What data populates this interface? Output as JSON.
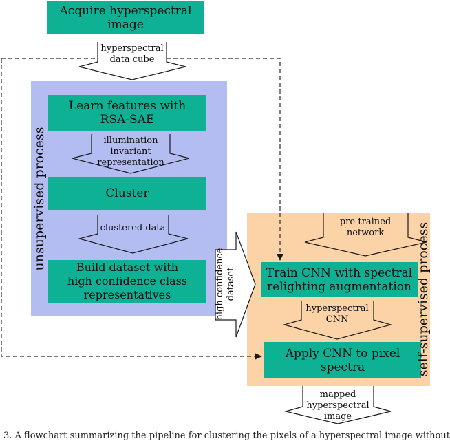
{
  "colors": {
    "box_green": "#0fb194",
    "region_blue": "#b4bdf2",
    "region_orange": "#fbd3a6",
    "outline": "#1a1a1a",
    "dash": "#4a4a4a",
    "arrow_fill_white": "#ffffff"
  },
  "regions": {
    "unsupervised": {
      "label": "unsupervised process"
    },
    "self_supervised": {
      "label": "self-supervised process"
    }
  },
  "nodes": {
    "acquire": {
      "label": "Acquire hyperspectral image"
    },
    "learn": {
      "label": "Learn features with\nRSA-SAE"
    },
    "cluster": {
      "label": "Cluster"
    },
    "build": {
      "label": "Build dataset with\nhigh confidence class\nrepresentatives"
    },
    "train": {
      "label": "Train CNN with spectral\nrelighting augmentation"
    },
    "apply": {
      "label": "Apply CNN to pixel spectra"
    }
  },
  "arrow_labels": {
    "data_cube": "hyperspectral\ndata cube",
    "illumination": "illumination\ninvariant\nrepresentation",
    "clustered": "clustered data",
    "pretrained": "pre-trained\nnetwork",
    "hyperspectral_cnn": "hyperspectral\nCNN",
    "mapped": "mapped\nhyperspectral\nimage",
    "high_confidence": "high confidence\ndataset"
  },
  "caption": "3.   A flowchart summarizing the pipeline for clustering the pixels of a hyperspectral image without"
}
